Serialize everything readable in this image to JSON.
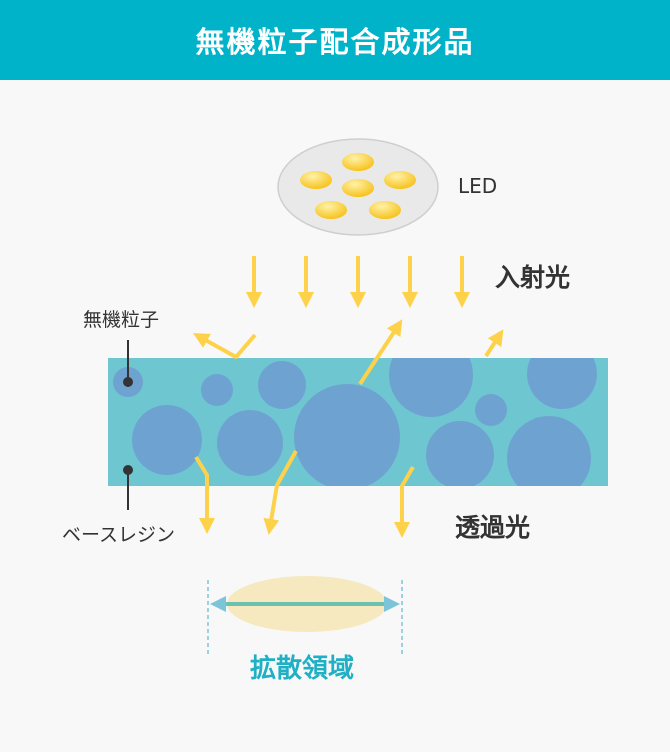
{
  "title": "無機粒子配合成形品",
  "labels": {
    "led": "LED",
    "incident_light": "入射光",
    "inorganic_particle": "無機粒子",
    "base_resin": "ベースレジン",
    "transmitted_light": "透過光",
    "diffusion_area": "拡散領域"
  },
  "colors": {
    "header": "#00b3c9",
    "resin": "#6ec6d1",
    "particle": "#6ea3d1",
    "light": "#fdd24a",
    "diffusion": "#f6e9c0",
    "diffusion_label": "#1fb0c6"
  }
}
